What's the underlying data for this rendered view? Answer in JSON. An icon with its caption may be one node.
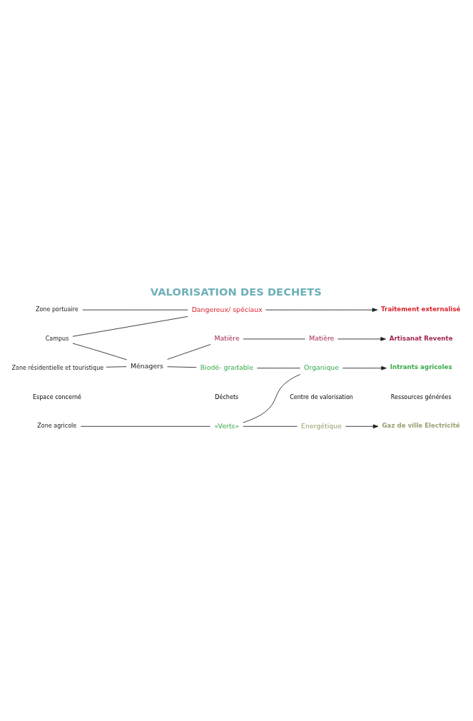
{
  "diagram": {
    "title": "VALORISATION DES DECHETS",
    "nodes": [
      {
        "text": [
          "Zone agricole"
        ]
      },
      {
        "text": [
          "«Verts»"
        ]
      },
      {
        "text": [
          "Energétique"
        ]
      },
      {
        "text": [
          "Gaz de ville Electricité"
        ]
      },
      {
        "text": [
          "Zone résidentielle et touristique"
        ]
      },
      {
        "text": [
          "Biodé- gradable"
        ]
      },
      {
        "text": [
          "Organique"
        ]
      },
      {
        "text": [
          "Intrants agricoles"
        ]
      },
      {
        "text": [
          "Ménagers"
        ]
      },
      {
        "text": [
          "Campus"
        ]
      },
      {
        "text": [
          "Matière"
        ]
      },
      {
        "text": [
          "Matière"
        ]
      },
      {
        "text": [
          "Artisanat Revente"
        ]
      },
      {
        "text": [
          "Zone portuaire"
        ]
      },
      {
        "text": [
          "Dangereux/ spéciaux"
        ]
      },
      {
        "text": [
          "Traitement externalisé"
        ]
      }
    ],
    "edges": [
      {
        "from": 0,
        "to": 1,
        "arrow": "none"
      },
      {
        "from": 1,
        "to": 2,
        "arrow": "none"
      },
      {
        "from": 1,
        "to": 6,
        "arrow": "none"
      },
      {
        "from": 2,
        "to": 3,
        "arrow": "to"
      },
      {
        "from": 6,
        "to": 7,
        "arrow": "to"
      },
      {
        "from": 5,
        "to": 6,
        "arrow": "none"
      },
      {
        "from": 4,
        "to": 8,
        "arrow": "none"
      },
      {
        "from": 9,
        "to": 8,
        "arrow": "none"
      },
      {
        "from": 8,
        "to": 5,
        "arrow": "none"
      },
      {
        "from": 8,
        "to": 10,
        "arrow": "none"
      },
      {
        "from": 10,
        "to": 11,
        "arrow": "none"
      },
      {
        "from": 11,
        "to": 12,
        "arrow": "to"
      },
      {
        "from": 9,
        "to": 14,
        "arrow": "none"
      },
      {
        "from": 13,
        "to": 14,
        "arrow": "none"
      },
      {
        "from": 14,
        "to": 15,
        "arrow": "to"
      }
    ],
    "labels": [
      "Espace concerné",
      "Déchets",
      "Centre de valorisation",
      "Ressources générées"
    ]
  }
}
